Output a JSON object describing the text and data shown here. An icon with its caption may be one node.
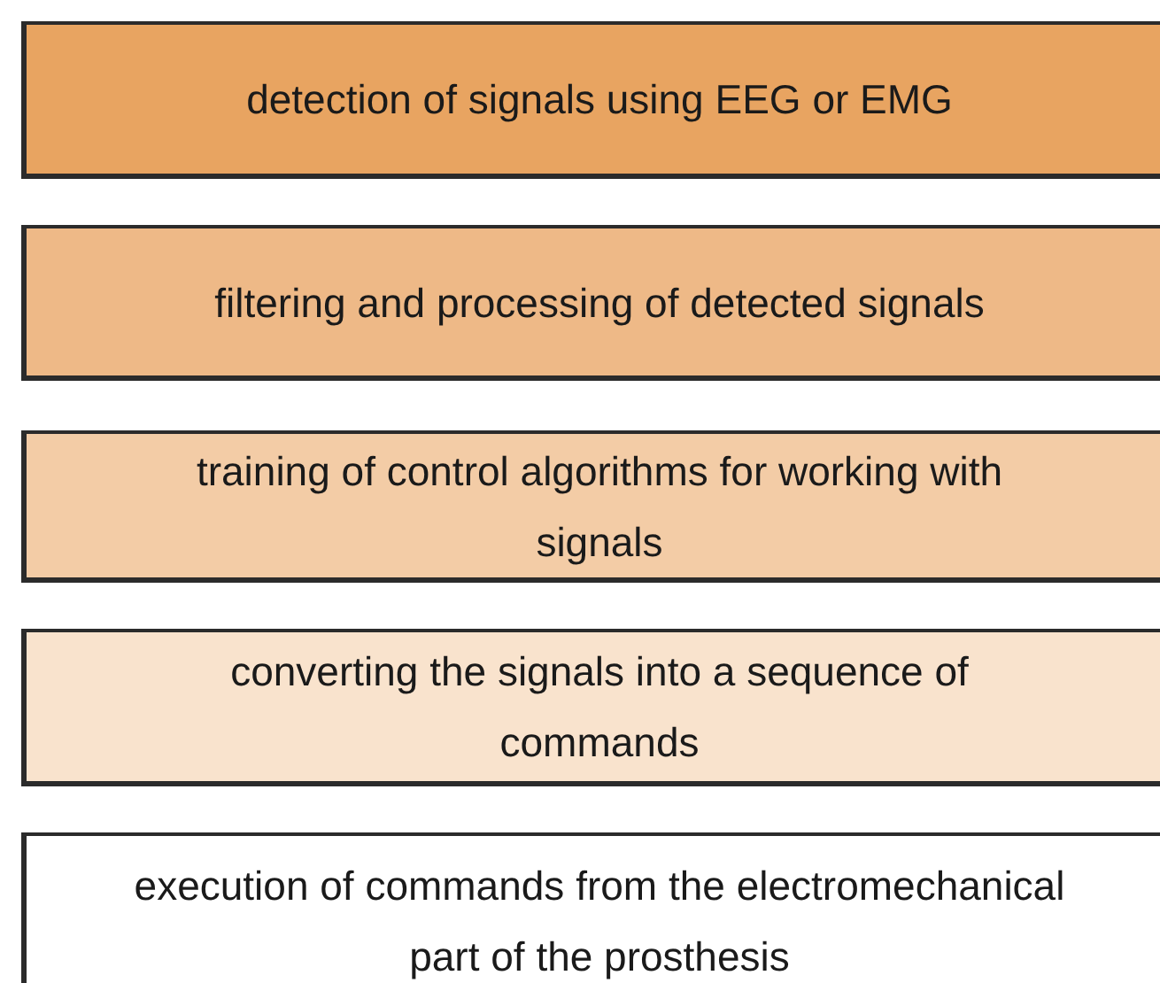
{
  "diagram": {
    "nodes": [
      {
        "text": [
          "detection of signals using EEG or EMG"
        ]
      },
      {
        "text": [
          "filtering and processing of detected signals"
        ]
      },
      {
        "text": [
          "training of control algorithms for working with signals"
        ]
      },
      {
        "text": [
          "converting the signals into a sequence of commands"
        ]
      },
      {
        "text": [
          "execution of commands from the electromechanical part of the prosthesis"
        ]
      }
    ]
  }
}
